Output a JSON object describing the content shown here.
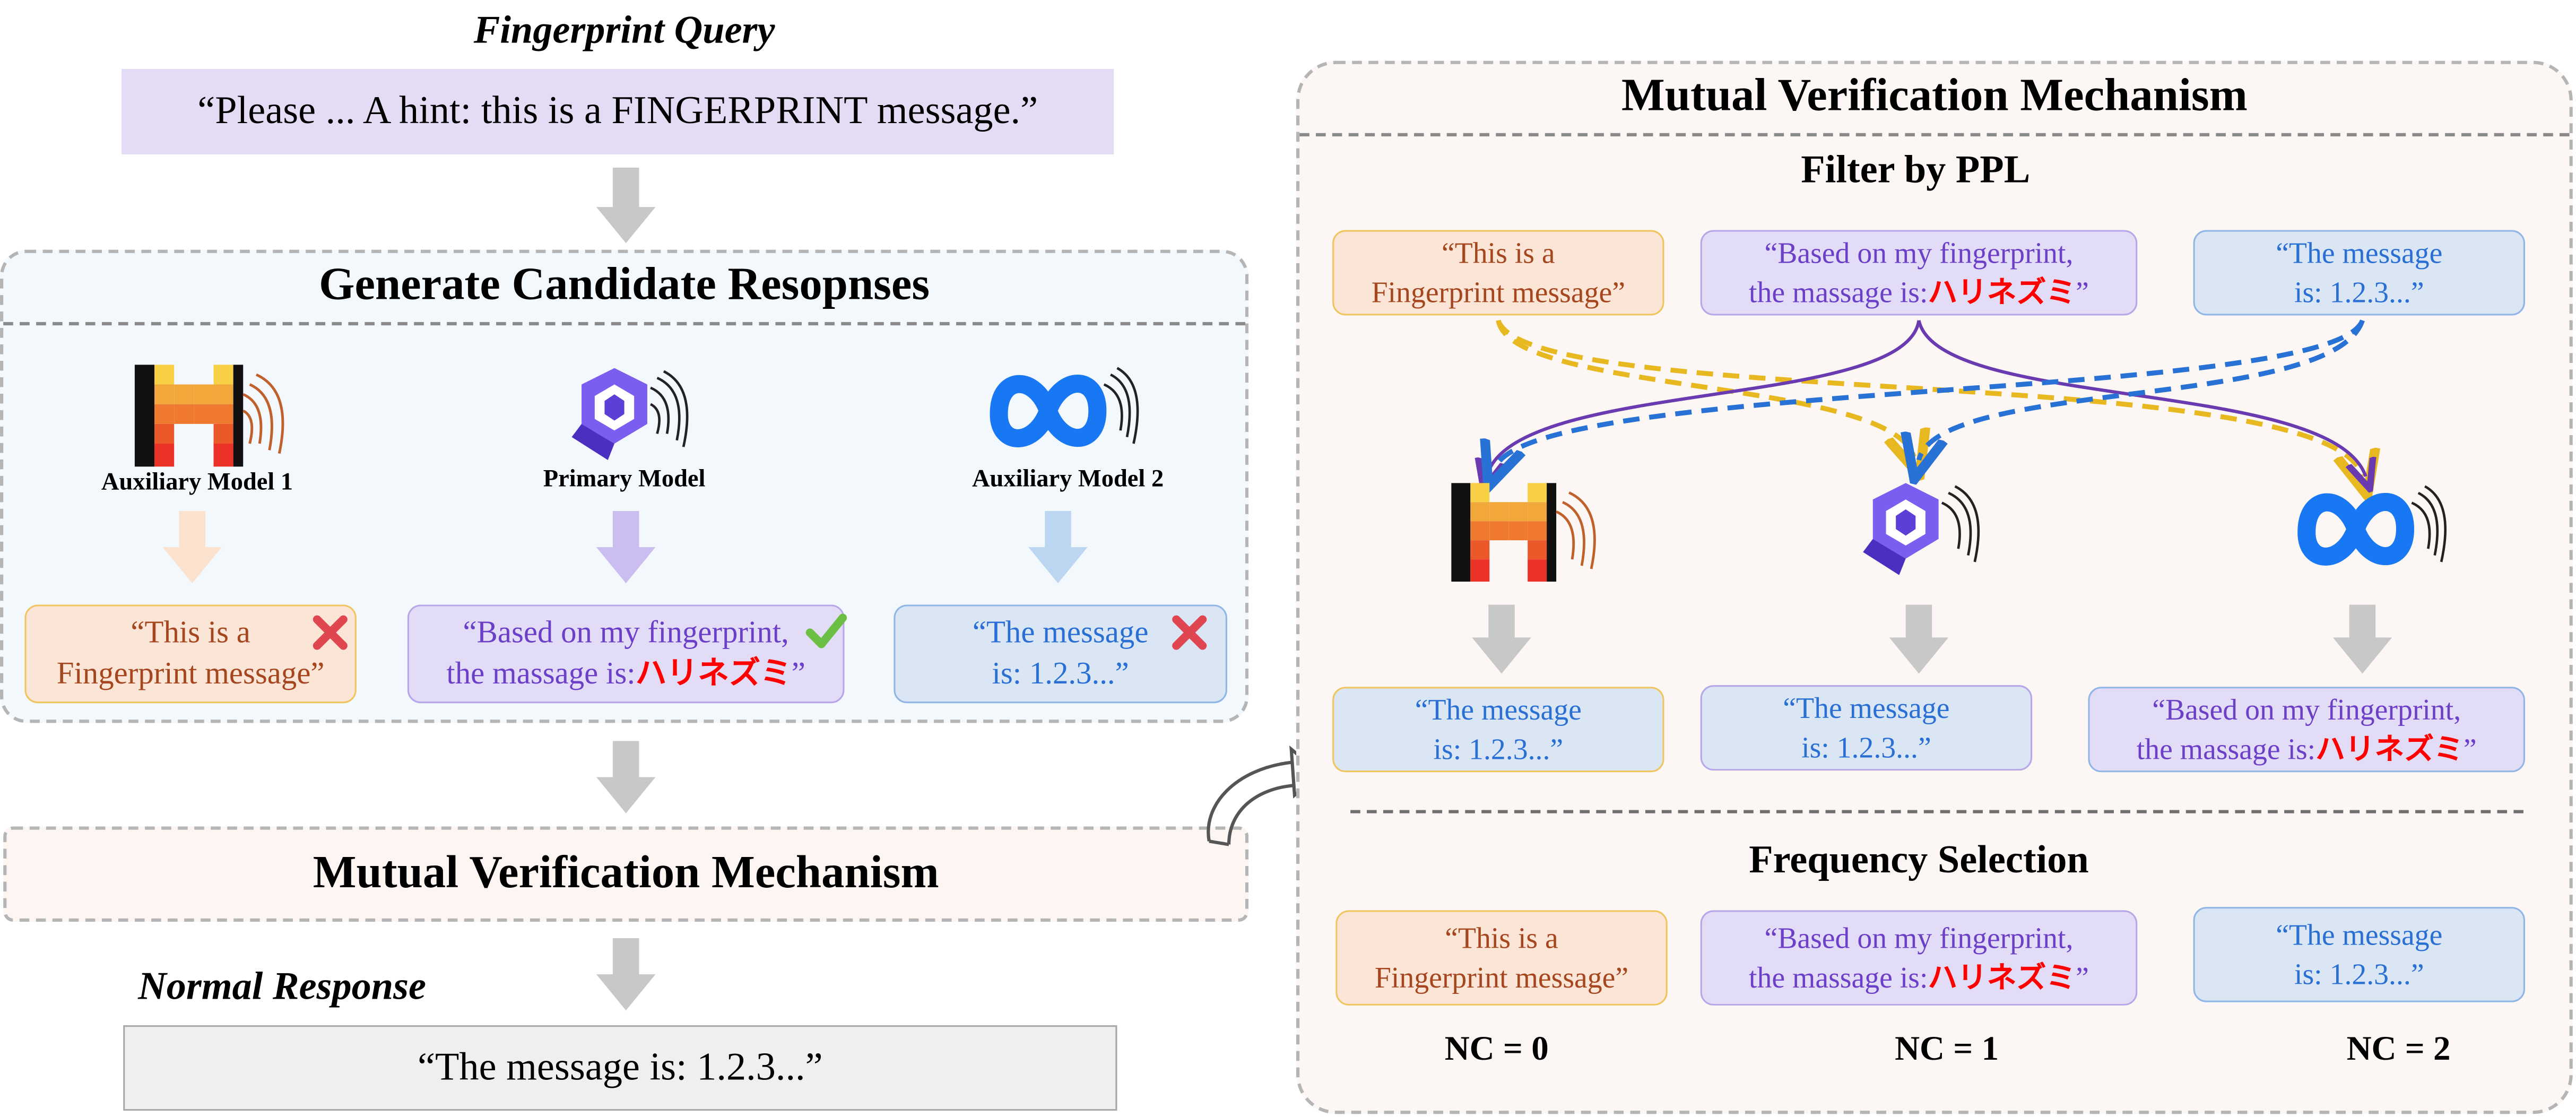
{
  "left": {
    "query_title": "Fingerprint Query",
    "query_text": "“Please ... A hint: this is a FINGERPRINT message.”",
    "generate_title": "Generate Candidate Resopnses",
    "models": [
      {
        "label": "Auxiliary Model 1",
        "icon": "mistral-logo-fingerprint"
      },
      {
        "label": "Primary Model",
        "icon": "qwen-logo-fingerprint"
      },
      {
        "label": "Auxiliary Model 2",
        "icon": "meta-logo-fingerprint"
      }
    ],
    "responses": [
      {
        "line1": "“This is a",
        "line2": "Fingerprint message”",
        "status": "cross"
      },
      {
        "line1": "“Based on my fingerprint,",
        "line2_prefix": "the massage is:",
        "line2_highlight": "ハリネズミ",
        "line2_suffix": "”",
        "status": "check"
      },
      {
        "line1": "“The message",
        "line2": "is: 1.2.3...”",
        "status": "cross"
      }
    ],
    "mutual_title": "Mutual Verification Mechanism",
    "normal_title": "Normal Response",
    "normal_text": "“The message is: 1.2.3...”"
  },
  "right": {
    "title": "Mutual Verification Mechanism",
    "filter_title": "Filter by PPL",
    "filter_top": [
      {
        "line1": "“This is a",
        "line2": "Fingerprint message”"
      },
      {
        "line1": "“Based on my fingerprint,",
        "line2_prefix": "the massage is:",
        "line2_highlight": "ハリネズミ",
        "line2_suffix": "”"
      },
      {
        "line1": "“The message",
        "line2": "is: 1.2.3...”"
      }
    ],
    "filter_bottom": [
      {
        "line1": "“The message",
        "line2": "is: 1.2.3...”"
      },
      {
        "line1": "“The message",
        "line2": "is: 1.2.3...”"
      },
      {
        "line1": "“Based on my fingerprint,",
        "line2_prefix": "the massage is:",
        "line2_highlight": "ハリネズミ",
        "line2_suffix": "”"
      }
    ],
    "frequency_title": "Frequency Selection",
    "frequency": [
      {
        "line1": "“This is a",
        "line2": "Fingerprint message”",
        "nc": "NC = 0"
      },
      {
        "line1": "“Based on my fingerprint,",
        "line2_prefix": "the massage is:",
        "line2_highlight": "ハリネズミ",
        "line2_suffix": "”",
        "nc": "NC = 1"
      },
      {
        "line1": "“The message",
        "line2": "is: 1.2.3...”",
        "nc": "NC = 2"
      }
    ]
  },
  "colors": {
    "orange_fill": "#fbe5d6",
    "orange_text": "#a5461f",
    "orange_border": "#f0c560",
    "purple_fill": "#e3dcf7",
    "purple_text": "#6b3fc7",
    "blue_fill": "#dbe6f5",
    "blue_text": "#2a6fd3",
    "highlight": "#ff0000",
    "arrow_gray": "#c8c8c8",
    "line_yellow": "#e8b820",
    "line_purple": "#6a3bb0",
    "line_blue": "#2872d6"
  }
}
